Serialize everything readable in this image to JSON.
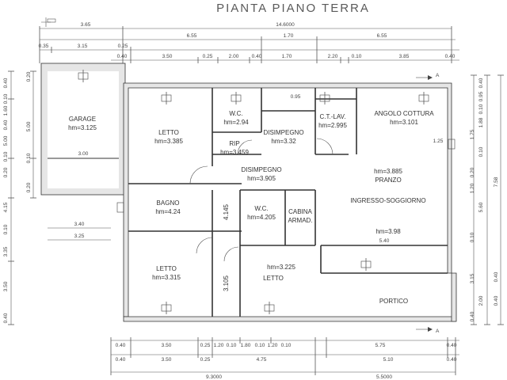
{
  "title": "PIANTA PIANO TERRA",
  "rooms": {
    "garage": {
      "name": "GARAGE",
      "hm": "hm=3.125",
      "sub": "3.00"
    },
    "letto1": {
      "name": "LETTO",
      "hm": "hm=3.385"
    },
    "wc1": {
      "name": "W.C.",
      "hm": "hm=2.94"
    },
    "disimpegno1": {
      "name": "DISIMPEGNO",
      "hm": "hm=3.32"
    },
    "ctlav": {
      "name": "C.T.-LAV.",
      "hm": "hm=2.995"
    },
    "angolo": {
      "name": "ANGOLO COTTURA",
      "hm": "hm=3.101"
    },
    "rip": {
      "name": "RIP",
      "hm": "hm=3.459"
    },
    "disimpegno2": {
      "name": "DISIMPEGNO",
      "hm": "hm=3.905"
    },
    "pranzo": {
      "name": "PRANZO",
      "hm": "hm=3.885"
    },
    "bagno": {
      "name": "BAGNO",
      "hm": "hm=4.24"
    },
    "wc2": {
      "name": "W.C.",
      "hm": "hm=4.205"
    },
    "cabina": {
      "name": "CABINA",
      "sub": "ARMAD."
    },
    "ingresso": {
      "name": "INGRESSO-SOGGIORNO",
      "hm": "hm=3.98",
      "sub": "5.40"
    },
    "letto2": {
      "name": "LETTO",
      "hm": "hm=3.315"
    },
    "letto3": {
      "name": "LETTO",
      "hm": "hm=3.225",
      "side": "3.105"
    },
    "portico": {
      "name": "PORTICO"
    },
    "hall_height": "4.145"
  },
  "dims_top": {
    "row1": [
      "3.65",
      "14.6000"
    ],
    "row2": [
      "0.35",
      "3.15",
      "0.25",
      "6.55",
      "1.70",
      "6.55"
    ],
    "row3": [
      "0.40",
      "3.50",
      "0.25",
      "2.00",
      "0.40",
      "1.70",
      "2.20",
      "0.10",
      "3.85",
      "0.40"
    ]
  },
  "dims_bottom": {
    "row1": [
      "0.40",
      "3.50",
      "0.25",
      "1.20",
      "0.10",
      "1.80",
      "0.10",
      "1.20",
      "0.10",
      "5.75",
      "0.40"
    ],
    "row2": [
      "0.40",
      "3.50",
      "0.25",
      "4.75",
      "5.10",
      "0.40"
    ],
    "row3": [
      "9.3000",
      "5.5000"
    ]
  },
  "dims_left": {
    "outer": [
      "0.40",
      "0.10",
      "1.60",
      "0.40",
      "5.00",
      "0.10",
      "0.20",
      "4.15",
      "0.10",
      "3.35",
      "3.50",
      "0.40"
    ],
    "inner": [
      "0.20",
      "5.00",
      "0.10",
      "0.20"
    ],
    "side": [
      "3.40",
      "3.25"
    ]
  },
  "dims_right": {
    "inner": [
      "0.40",
      "0.95",
      "0.10",
      "1.88",
      "1.75",
      "0.10",
      "0.20",
      "1.20",
      "5.60",
      "0.10",
      "3.15",
      "2.00",
      "0.40"
    ],
    "outer": [
      "7.58",
      "0.40",
      "0.40"
    ],
    "small": [
      "1.25",
      "0.95"
    ]
  },
  "markers": {
    "a": "A"
  }
}
